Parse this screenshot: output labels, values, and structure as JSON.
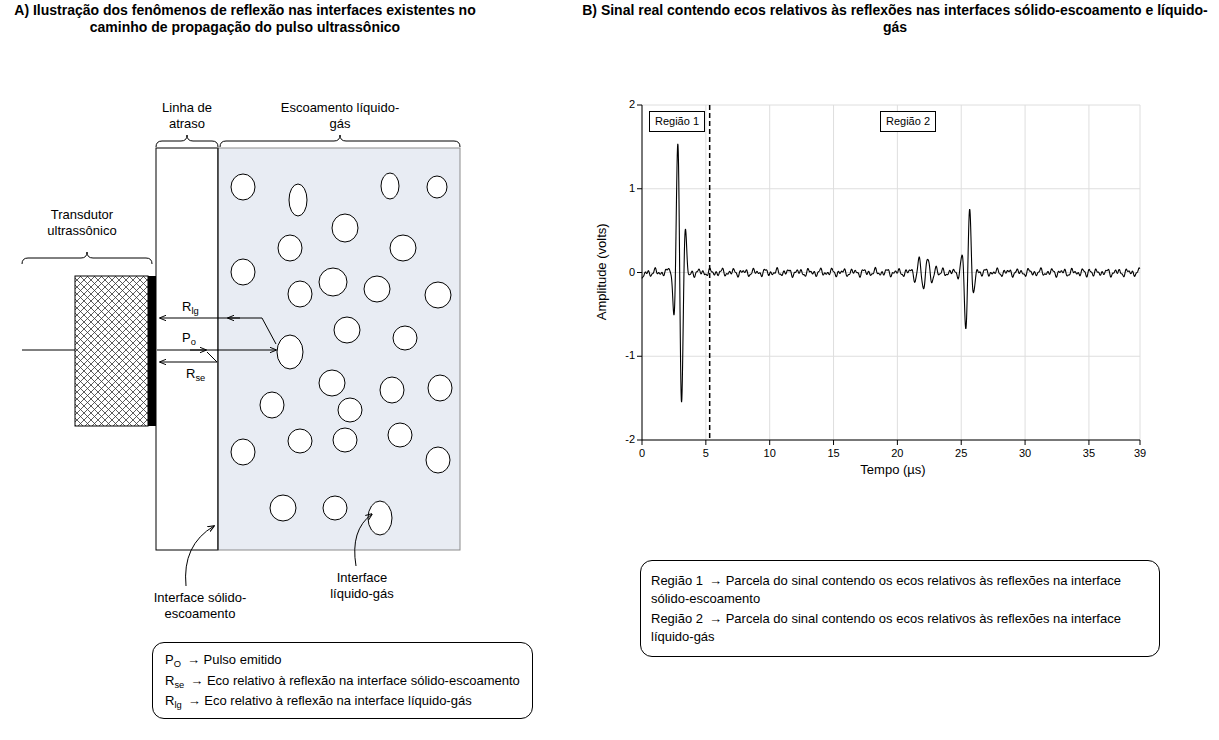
{
  "diagram": {
    "nodes": [
      {
        "text": [
          "PO",
          "→ Pulso emitido",
          "Rse",
          "→ Eco relativo à reflexão na interface sólido-escoamento",
          "Rlg",
          "→ Eco relativo à reflexão na interface líquido-gás"
        ]
      },
      {
        "text": [
          "Região 1"
        ]
      },
      {
        "text": [
          "Região 2"
        ]
      },
      {
        "text": [
          "Região 1",
          "→ Parcela do sinal contendo os ecos relativos às reflexões na interface sólido-escoamento",
          "Região 2",
          "→ Parcela do sinal contendo os ecos relativos às reflexões na interface líquido-gás"
        ]
      }
    ],
    "labels": [
      "A) Ilustração dos fenômenos de reflexão nas interfaces existentes no caminho de propagação do pulso ultrassônico",
      "B) Sinal real contendo ecos relativos às reflexões nas interfaces sólido-escoamento e líquido-gás",
      "Linha de atraso",
      "Escoamento líquido-gás",
      "Transdutor ultrassônico",
      "Rlg",
      "Po",
      "Rse",
      "Interface sólido-escoamento",
      "Interface líquido-gás",
      "Amplitude (volts)",
      "Tempo (µs)",
      "2",
      "1",
      "0",
      "-1",
      "-2",
      "0",
      "5",
      "10",
      "15",
      "20",
      "25",
      "30",
      "35",
      "39"
    ]
  }
}
